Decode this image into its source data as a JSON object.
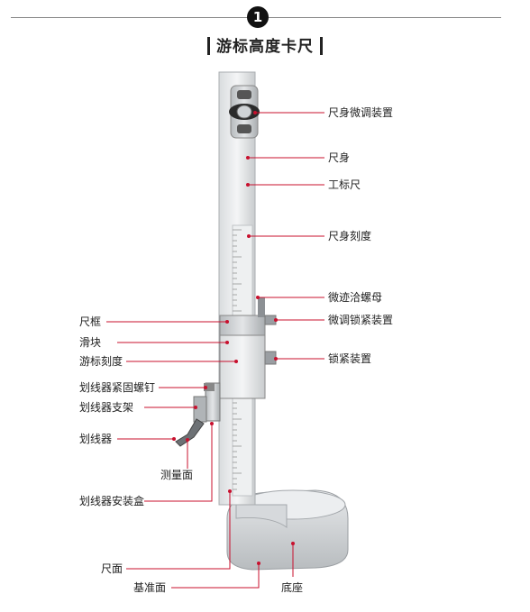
{
  "header": {
    "number": "1",
    "title": "游标高度卡尺"
  },
  "colors": {
    "leader": "#c8102e",
    "leader_dark": "#222222"
  },
  "labels": {
    "fine_adjust_body": "尺身微调装置",
    "body": "尺身",
    "work_ruler": "工标尺",
    "body_scale": "尺身刻度",
    "fine_nut": "微迹洽螺母",
    "fine_lock": "微调锁紧装置",
    "lock_device": "锁紧装置",
    "frame": "尺框",
    "slider": "滑块",
    "vernier_scale": "游标刻度",
    "scriber_screw": "划线器紧固螺钉",
    "scriber_bracket": "划线器支架",
    "scriber": "划线器",
    "measure_face": "测量面",
    "scriber_box": "划线器安装盒",
    "ruler_face": "尺面",
    "datum_face": "基准面",
    "base": "底座"
  }
}
